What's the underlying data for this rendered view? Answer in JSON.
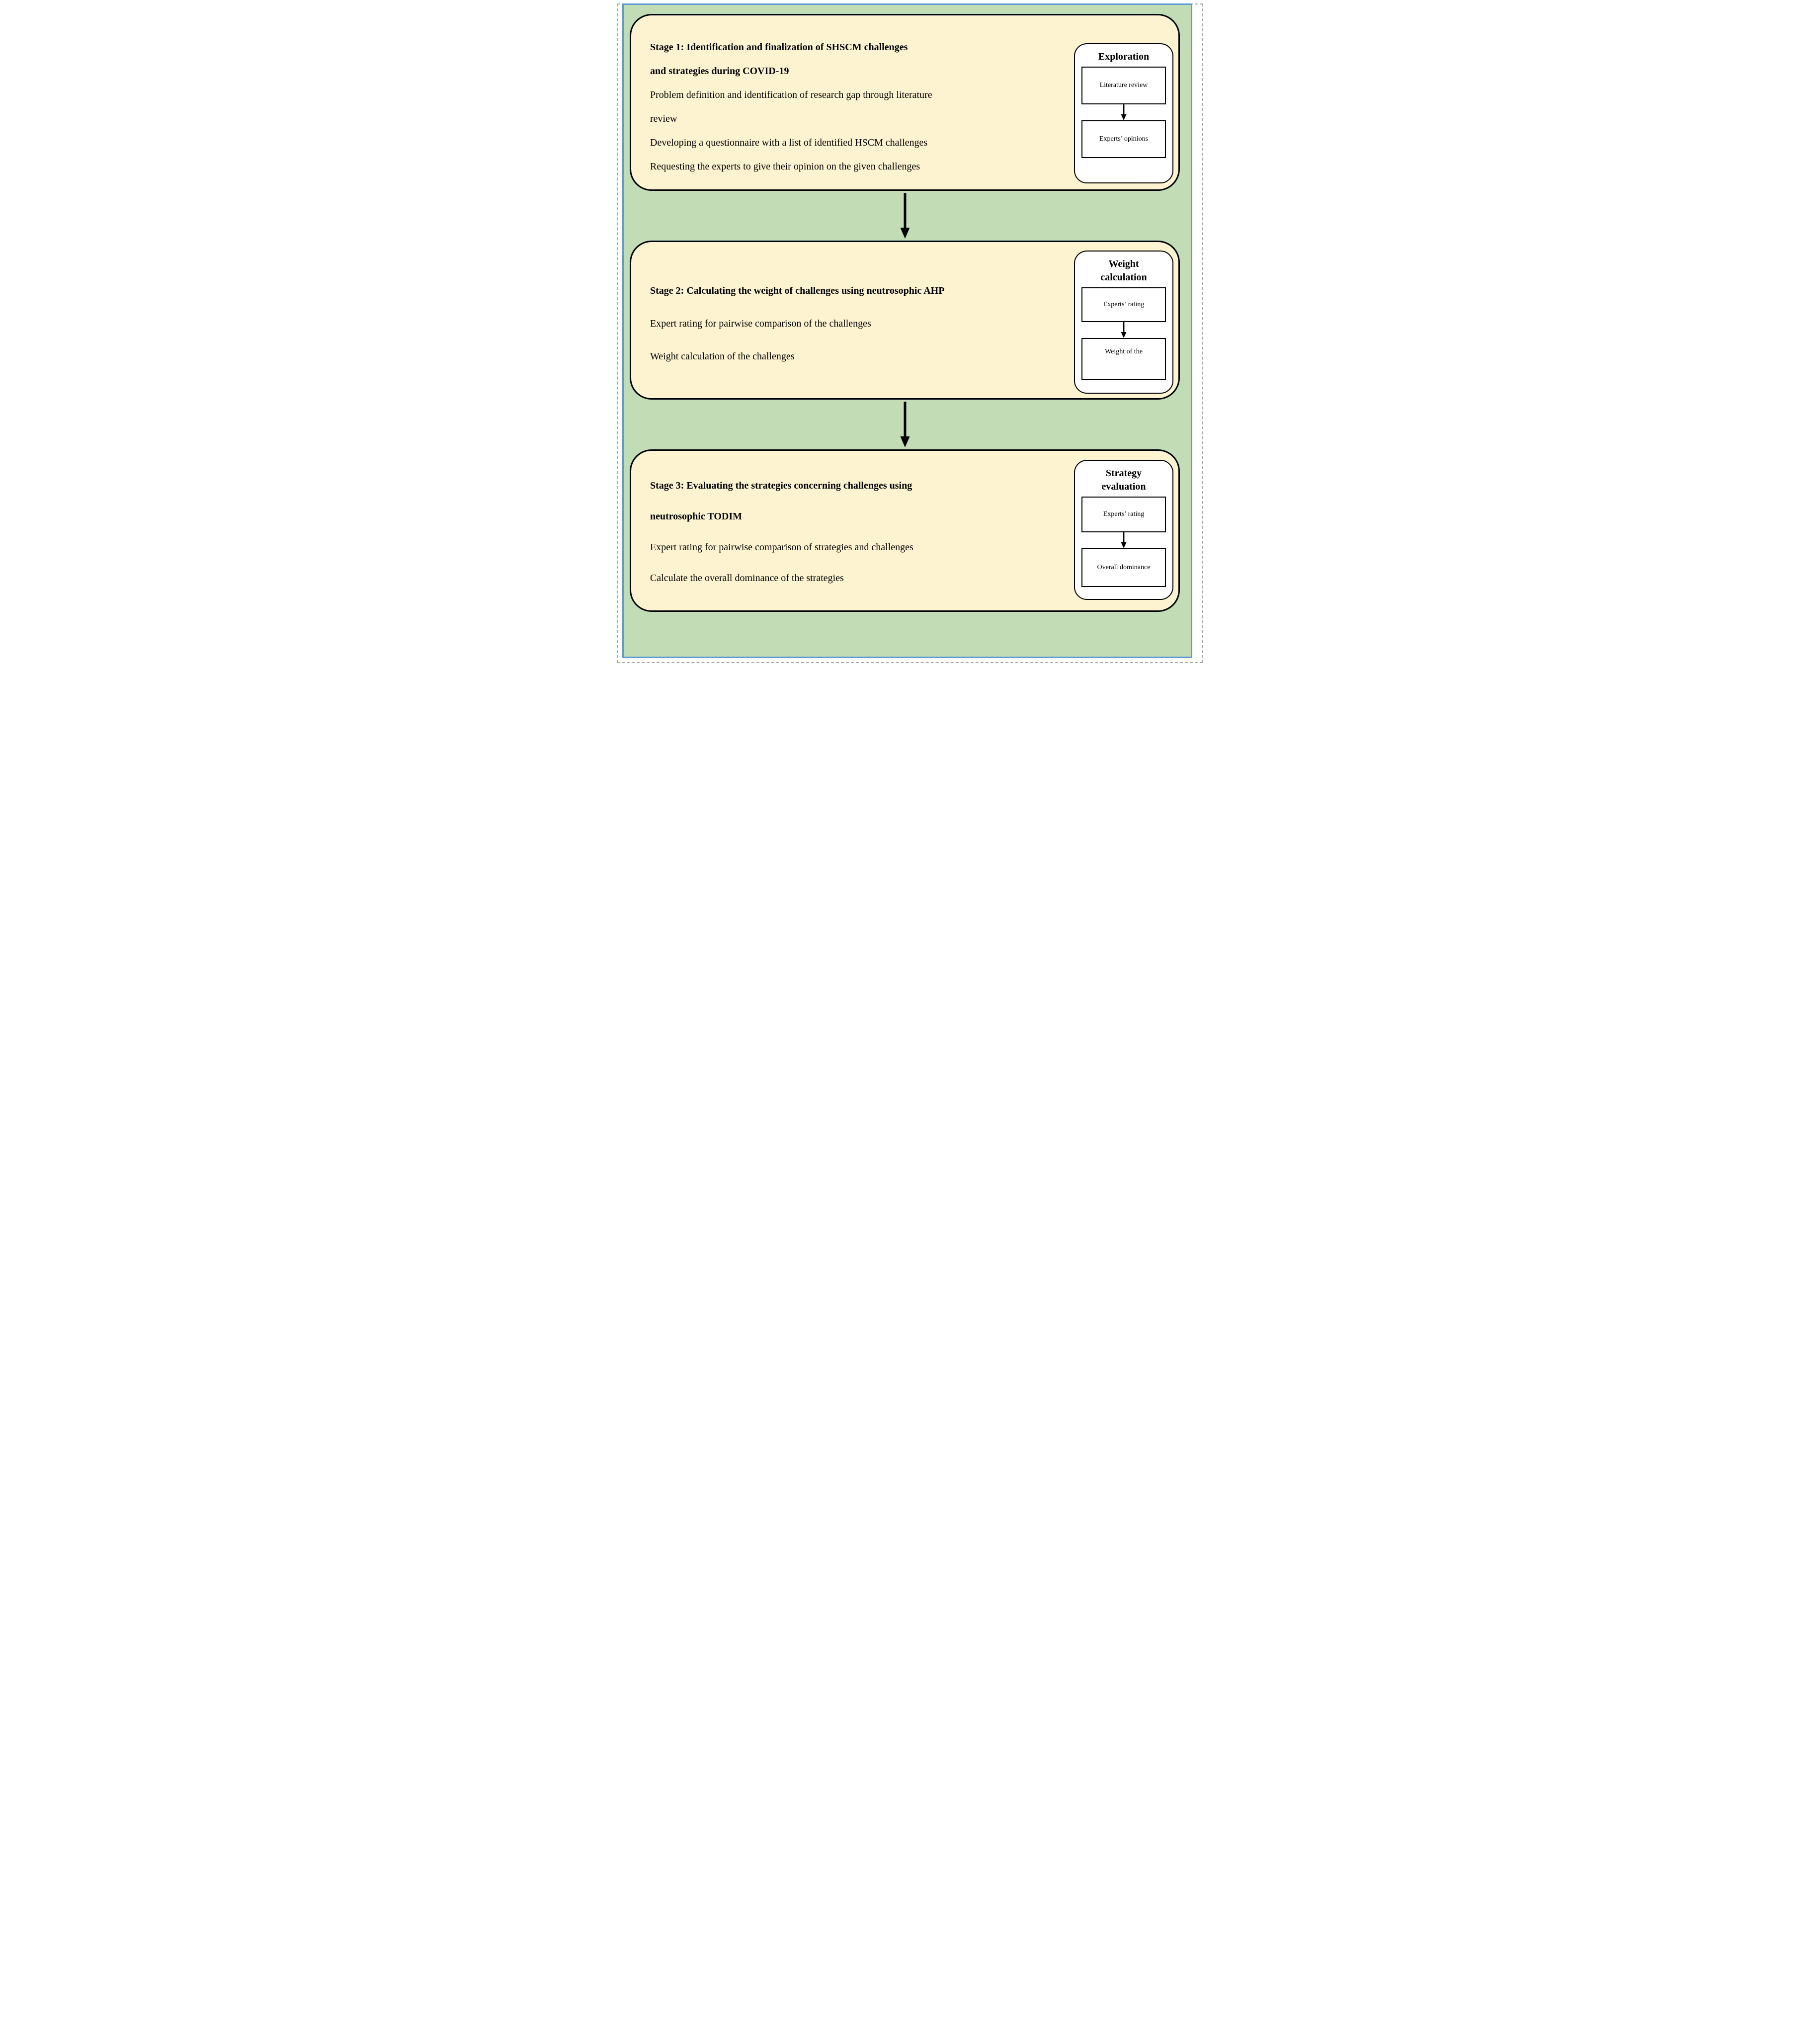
{
  "figure": {
    "type": "flowchart",
    "colors": {
      "panel_green": "#c2ddb6",
      "stage_cream": "#fdf3d1",
      "panel_border_blue": "#5b9ad2",
      "frame_dash_gray": "#a6a6a6",
      "box_white": "#ffffff",
      "line_black": "#000000"
    },
    "icons": {
      "down_arrow": "↓"
    }
  },
  "stages": [
    {
      "title_lines": [
        "Stage 1: Identification and finalization of SHSCM challenges",
        "and strategies during COVID-19"
      ],
      "body_lines": [
        "Problem definition and identification of research gap through literature",
        "review",
        "Developing a questionnaire with a list of identified HSCM challenges",
        "Requesting the experts to give their opinion on the given challenges"
      ],
      "side_box": {
        "title_lines": [
          "Exploration"
        ],
        "steps": [
          "Literature review",
          "Experts’ opinions"
        ]
      }
    },
    {
      "title_lines": [
        "Stage 2: Calculating the weight of challenges using  neutrosophic AHP"
      ],
      "body_lines": [
        "Expert rating for pairwise comparison of the challenges",
        "Weight calculation of the challenges"
      ],
      "side_box": {
        "title_lines": [
          "Weight",
          "calculation"
        ],
        "steps": [
          "Experts’ rating",
          "Weight of the"
        ]
      }
    },
    {
      "title_lines": [
        "Stage 3: Evaluating the strategies concerning challenges using",
        "neutrosophic TODIM"
      ],
      "body_lines": [
        "Expert rating for pairwise comparison of strategies and challenges",
        "Calculate the overall dominance of the strategies"
      ],
      "side_box": {
        "title_lines": [
          "Strategy",
          "evaluation"
        ],
        "steps": [
          "Experts’ rating",
          "Overall dominance"
        ]
      }
    }
  ]
}
